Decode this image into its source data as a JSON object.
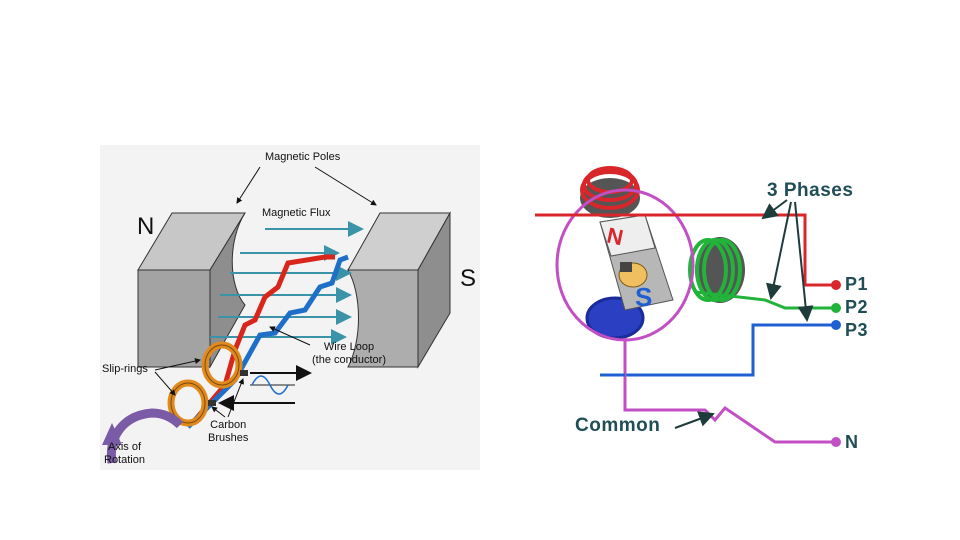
{
  "left_diagram": {
    "labels": {
      "magnetic_poles": "Magnetic Poles",
      "magnetic_flux": "Magnetic Flux",
      "north_pole": "N",
      "south_pole": "S",
      "slip_rings": "Slip-rings",
      "wire_loop_line1": "Wire Loop",
      "wire_loop_line2": "(the conductor)",
      "carbon_brushes_line1": "Carbon",
      "carbon_brushes_line2": "Brushes",
      "axis_line1": "Axis of",
      "axis_line2": "Rotation"
    },
    "colors": {
      "pole": "#9a9a9a",
      "flux": "#3a93a8",
      "wire_a": "#d9261c",
      "wire_b": "#1f6fc9",
      "ring": "#e08a1e",
      "axis_arrow": "#7b5aa6"
    }
  },
  "right_diagram": {
    "labels": {
      "phases": "3 Phases",
      "p1": "P1",
      "p2": "P2",
      "p3": "P3",
      "neutral": "N",
      "common": "Common",
      "rotor_n": "N",
      "rotor_s": "S"
    },
    "colors": {
      "p1": "#d9262a",
      "p2": "#22b33a",
      "p3": "#1f5fd1",
      "neutral": "#c24fc4",
      "label": "#1f4e55"
    }
  }
}
